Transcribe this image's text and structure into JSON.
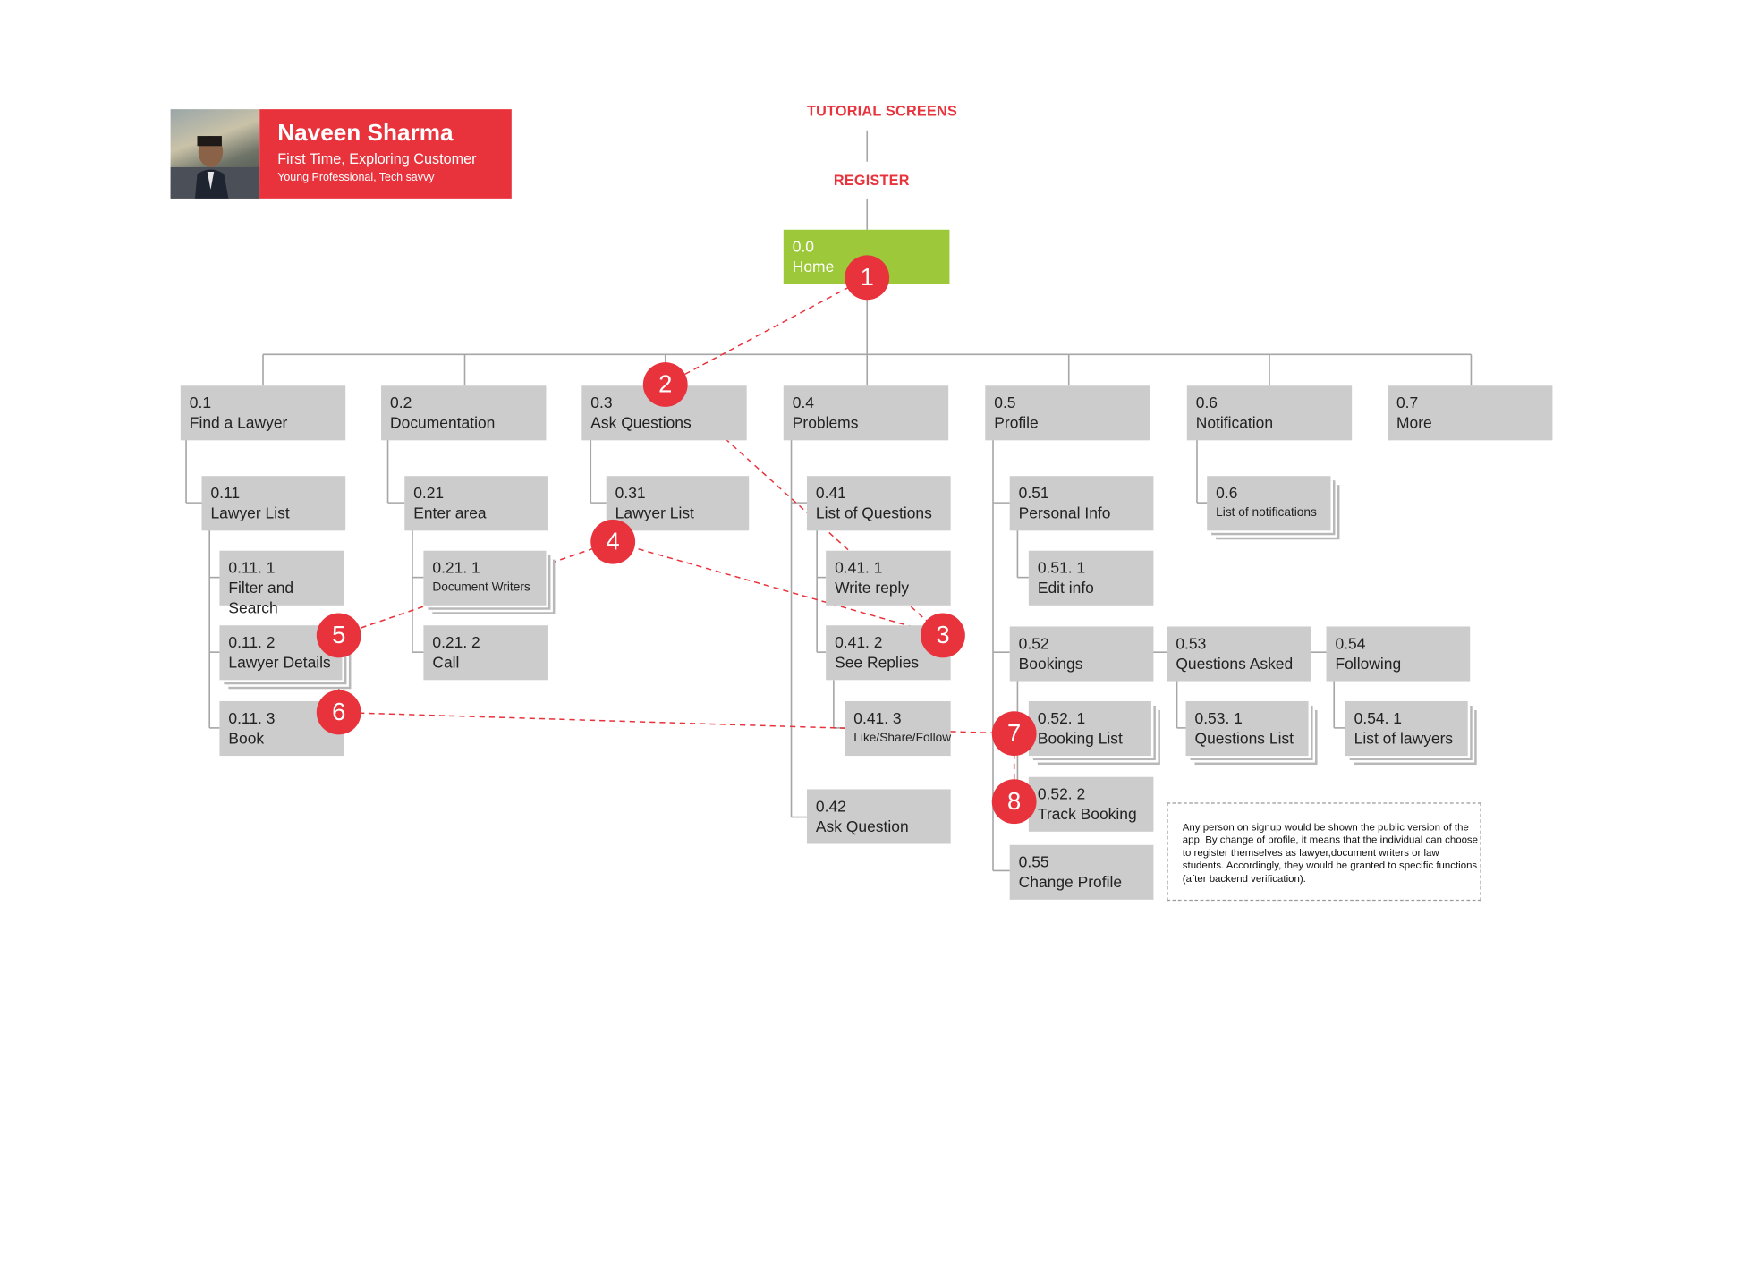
{
  "persona": {
    "name": "Naveen Sharma",
    "role": "First Time, Exploring Customer",
    "description": "Young Professional, Tech savvy"
  },
  "headings": {
    "tutorial": "TUTORIAL SCREENS",
    "register": "REGISTER"
  },
  "colors": {
    "accent_red": "#e8323c",
    "home_green": "#9cc83a",
    "box_gray": "#cccccc",
    "connector_gray": "#a6a6a6"
  },
  "nodes": {
    "home": {
      "num": "0.0",
      "label": "Home"
    },
    "n01": {
      "num": "0.1",
      "label": "Find a Lawyer"
    },
    "n011": {
      "num": "0.11",
      "label": "Lawyer List"
    },
    "n0111": {
      "num": "0.11. 1",
      "label": "Filter and Search"
    },
    "n0112": {
      "num": "0.11. 2",
      "label": "Lawyer Details"
    },
    "n0113": {
      "num": "0.11. 3",
      "label": "Book"
    },
    "n02": {
      "num": "0.2",
      "label": "Documentation"
    },
    "n021": {
      "num": "0.21",
      "label": "Enter area"
    },
    "n0211": {
      "num": "0.21. 1",
      "label": "Document Writers"
    },
    "n0212": {
      "num": "0.21. 2",
      "label": "Call"
    },
    "n03": {
      "num": "0.3",
      "label": "Ask Questions"
    },
    "n031": {
      "num": "0.31",
      "label": "Lawyer List"
    },
    "n04": {
      "num": "0.4",
      "label": "Problems"
    },
    "n041": {
      "num": "0.41",
      "label": "List of Questions"
    },
    "n0411": {
      "num": "0.41. 1",
      "label": "Write reply"
    },
    "n0412": {
      "num": "0.41. 2",
      "label": "See Replies"
    },
    "n0413": {
      "num": "0.41. 3",
      "label": "Like/Share/Follow"
    },
    "n042": {
      "num": "0.42",
      "label": "Ask Question"
    },
    "n05": {
      "num": "0.5",
      "label": "Profile"
    },
    "n051": {
      "num": "0.51",
      "label": "Personal Info"
    },
    "n0511": {
      "num": "0.51. 1",
      "label": "Edit info"
    },
    "n052": {
      "num": "0.52",
      "label": "Bookings"
    },
    "n0521": {
      "num": "0.52. 1",
      "label": "Booking List"
    },
    "n0522": {
      "num": "0.52. 2",
      "label": "Track Booking"
    },
    "n053": {
      "num": "0.53",
      "label": "Questions Asked"
    },
    "n0531": {
      "num": "0.53. 1",
      "label": "Questions List"
    },
    "n054": {
      "num": "0.54",
      "label": "Following"
    },
    "n0541": {
      "num": "0.54. 1",
      "label": "List of lawyers"
    },
    "n055": {
      "num": "0.55",
      "label": "Change Profile"
    },
    "n06": {
      "num": "0.6",
      "label": "Notification"
    },
    "n061": {
      "num": "0.6",
      "label": "List of notifications"
    },
    "n07": {
      "num": "0.7",
      "label": "More"
    }
  },
  "markers": [
    "1",
    "2",
    "3",
    "4",
    "5",
    "6",
    "7",
    "8"
  ],
  "note": "Any person on signup would be shown the public version of the app. By change of profile, it means that the individual can choose to register themselves as lawyer,document writers or law students. Accordingly, they would be granted to specific functions (after backend verification)."
}
